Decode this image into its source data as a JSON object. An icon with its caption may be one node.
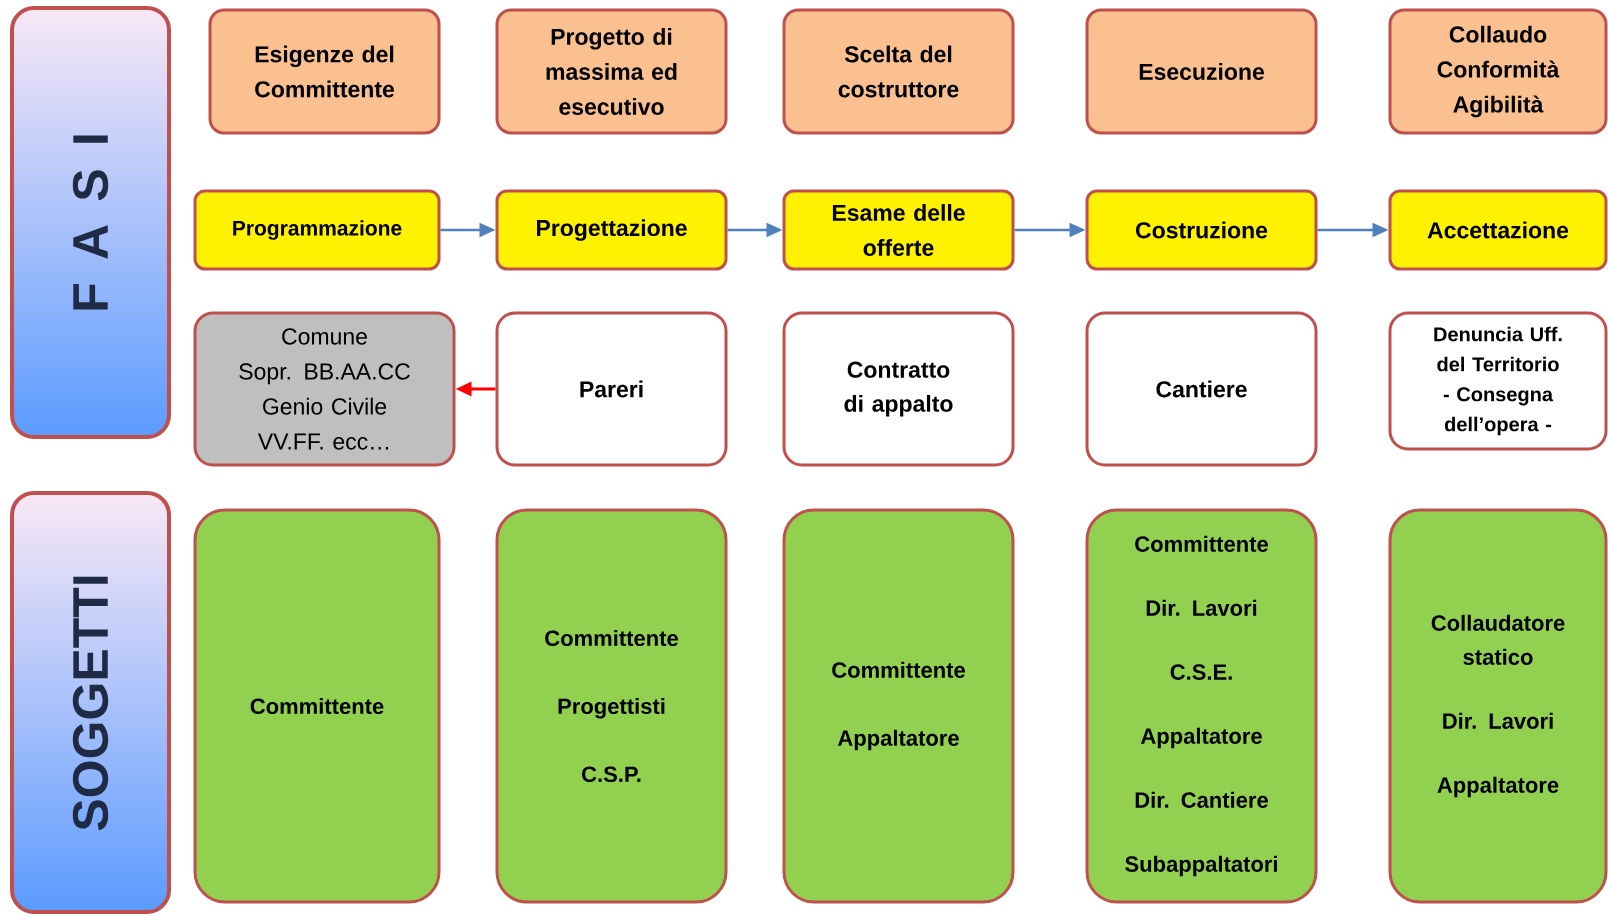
{
  "diagram": {
    "nodes": [
      {
        "text": [
          "F A S I"
        ]
      },
      {
        "text": [
          "Esigenze del Committente"
        ]
      },
      {
        "text": [
          "Progetto di massima ed esecutivo"
        ]
      },
      {
        "text": [
          "Scelta del costruttore"
        ]
      },
      {
        "text": [
          "Esecuzione"
        ]
      },
      {
        "text": [
          "Collaudo Conformità Agibilità"
        ]
      },
      {
        "text": [
          "Programmazione"
        ]
      },
      {
        "text": [
          "Progettazione"
        ]
      },
      {
        "text": [
          "Esame delle offerte"
        ]
      },
      {
        "text": [
          "Costruzione"
        ]
      },
      {
        "text": [
          "Accettazione"
        ]
      },
      {
        "text": [
          "Comune",
          "Sopr. BB.AA.CC",
          "Genio Civile",
          "VV.FF. ecc…"
        ]
      },
      {
        "text": [
          "Pareri"
        ]
      },
      {
        "text": [
          "Contratto di appalto"
        ]
      },
      {
        "text": [
          "Cantiere"
        ]
      },
      {
        "text": [
          "Denuncia Uff. del Territorio - Consegna dell’opera -"
        ]
      },
      {
        "text": [
          "SOGGETTI"
        ]
      },
      {
        "text": [
          "Committente"
        ]
      },
      {
        "text": [
          "Committente",
          "Progettisti",
          "C.S.P."
        ]
      },
      {
        "text": [
          "Committente",
          "Appaltatore"
        ]
      },
      {
        "text": [
          "Committente",
          "Dir. Lavori",
          "C.S.E.",
          "Appaltatore",
          "Dir. Cantiere",
          "Subappaltatori"
        ]
      },
      {
        "text": [
          "Collaudatore statico",
          "Dir. Lavori",
          "Appaltatore"
        ]
      }
    ],
    "edges": [
      {
        "from": 6,
        "to": 7,
        "arrow": "to"
      },
      {
        "from": 7,
        "to": 8,
        "arrow": "to"
      },
      {
        "from": 8,
        "to": 9,
        "arrow": "to"
      },
      {
        "from": 9,
        "to": 10,
        "arrow": "to"
      },
      {
        "from": 12,
        "to": 11,
        "arrow": "to",
        "color": "#ff0000"
      }
    ]
  }
}
